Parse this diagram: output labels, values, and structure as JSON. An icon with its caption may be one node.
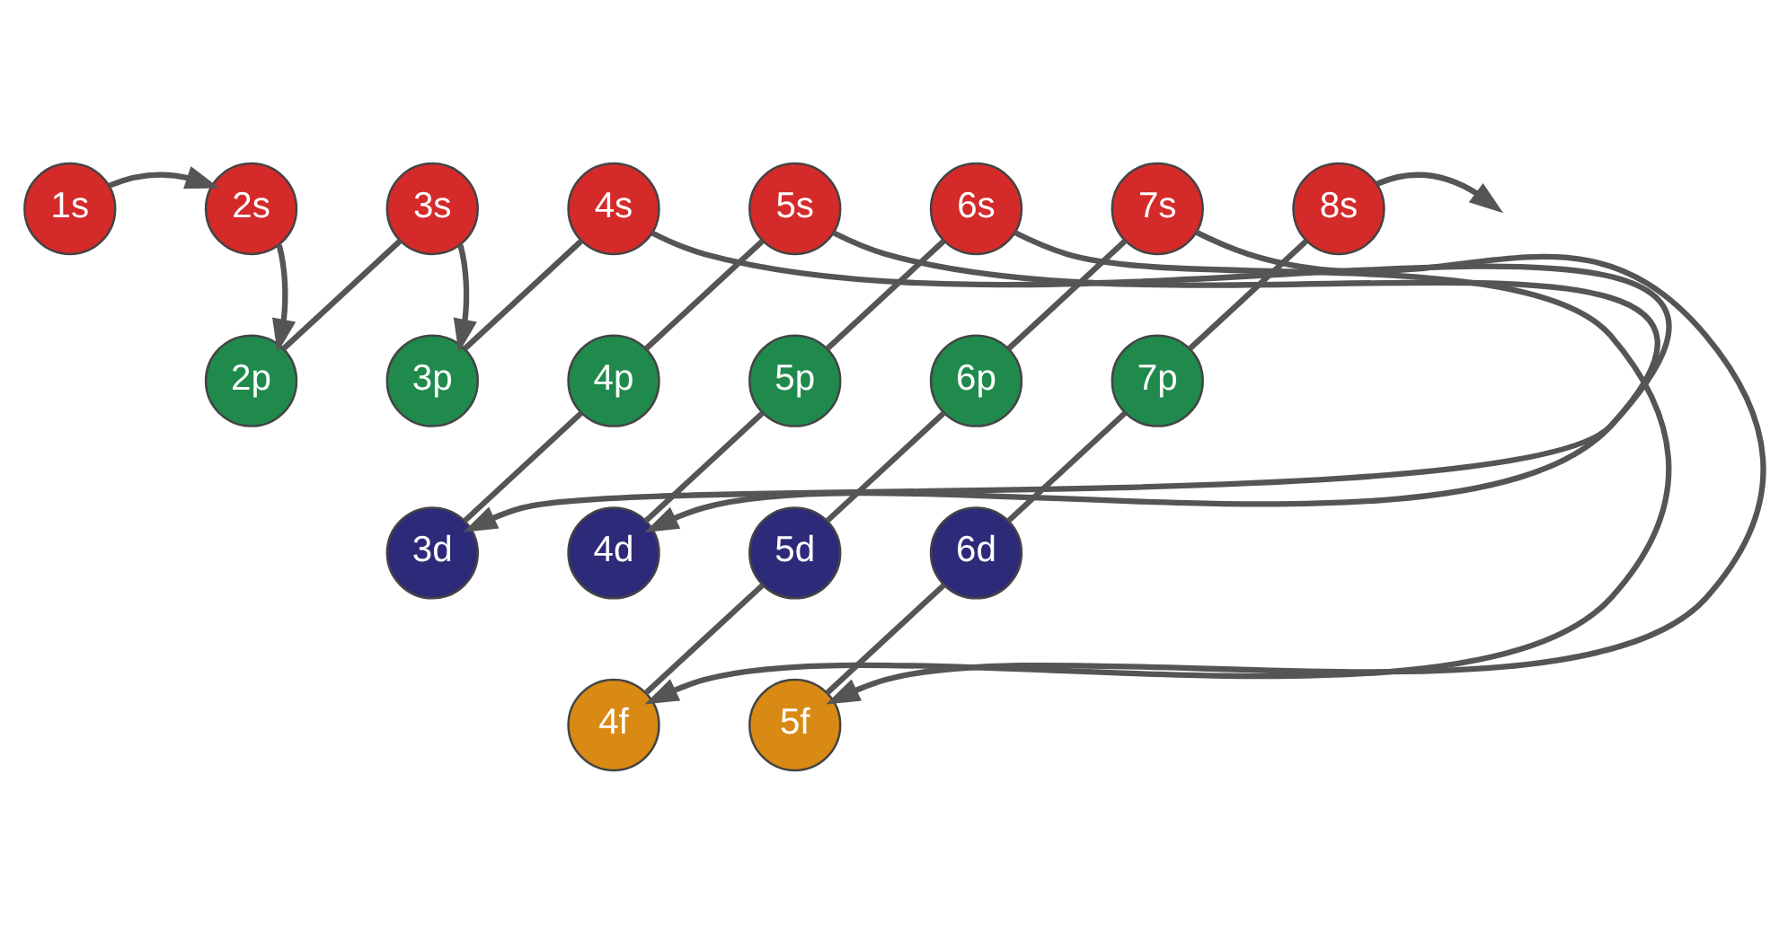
{
  "diagram": {
    "nodes": [
      {
        "text": [
          "1s"
        ]
      },
      {
        "text": [
          "2s"
        ]
      },
      {
        "text": [
          "3s"
        ]
      },
      {
        "text": [
          "4s"
        ]
      },
      {
        "text": [
          "5s"
        ]
      },
      {
        "text": [
          "6s"
        ]
      },
      {
        "text": [
          "7s"
        ]
      },
      {
        "text": [
          "8s"
        ]
      },
      {
        "text": [
          "2p"
        ]
      },
      {
        "text": [
          "3p"
        ]
      },
      {
        "text": [
          "4p"
        ]
      },
      {
        "text": [
          "5p"
        ]
      },
      {
        "text": [
          "6p"
        ]
      },
      {
        "text": [
          "7p"
        ]
      },
      {
        "text": [
          "3d"
        ]
      },
      {
        "text": [
          "4d"
        ]
      },
      {
        "text": [
          "5d"
        ]
      },
      {
        "text": [
          "6d"
        ]
      },
      {
        "text": [
          "4f"
        ]
      },
      {
        "text": [
          "5f"
        ]
      }
    ],
    "edges": [
      {
        "from": 0,
        "to": 1,
        "arrow": "to"
      },
      {
        "from": 1,
        "to": 8,
        "arrow": "to"
      },
      {
        "from": 8,
        "to": 2,
        "arrow": "none"
      },
      {
        "from": 2,
        "to": 9,
        "arrow": "to"
      },
      {
        "from": 9,
        "to": 3,
        "arrow": "none"
      },
      {
        "from": 3,
        "to": 14,
        "arrow": "to"
      },
      {
        "from": 14,
        "to": 10,
        "arrow": "none"
      },
      {
        "from": 10,
        "to": 4,
        "arrow": "none"
      },
      {
        "from": 4,
        "to": 15,
        "arrow": "to"
      },
      {
        "from": 15,
        "to": 11,
        "arrow": "none"
      },
      {
        "from": 11,
        "to": 5,
        "arrow": "none"
      },
      {
        "from": 5,
        "to": 18,
        "arrow": "to"
      },
      {
        "from": 18,
        "to": 16,
        "arrow": "none"
      },
      {
        "from": 16,
        "to": 12,
        "arrow": "none"
      },
      {
        "from": 12,
        "to": 6,
        "arrow": "none"
      },
      {
        "from": 6,
        "to": 19,
        "arrow": "to"
      },
      {
        "from": 19,
        "to": 17,
        "arrow": "none"
      },
      {
        "from": 17,
        "to": 13,
        "arrow": "none"
      },
      {
        "from": 13,
        "to": 7,
        "arrow": "none"
      },
      {
        "from": 7,
        "to": null,
        "arrow": "to"
      }
    ]
  }
}
